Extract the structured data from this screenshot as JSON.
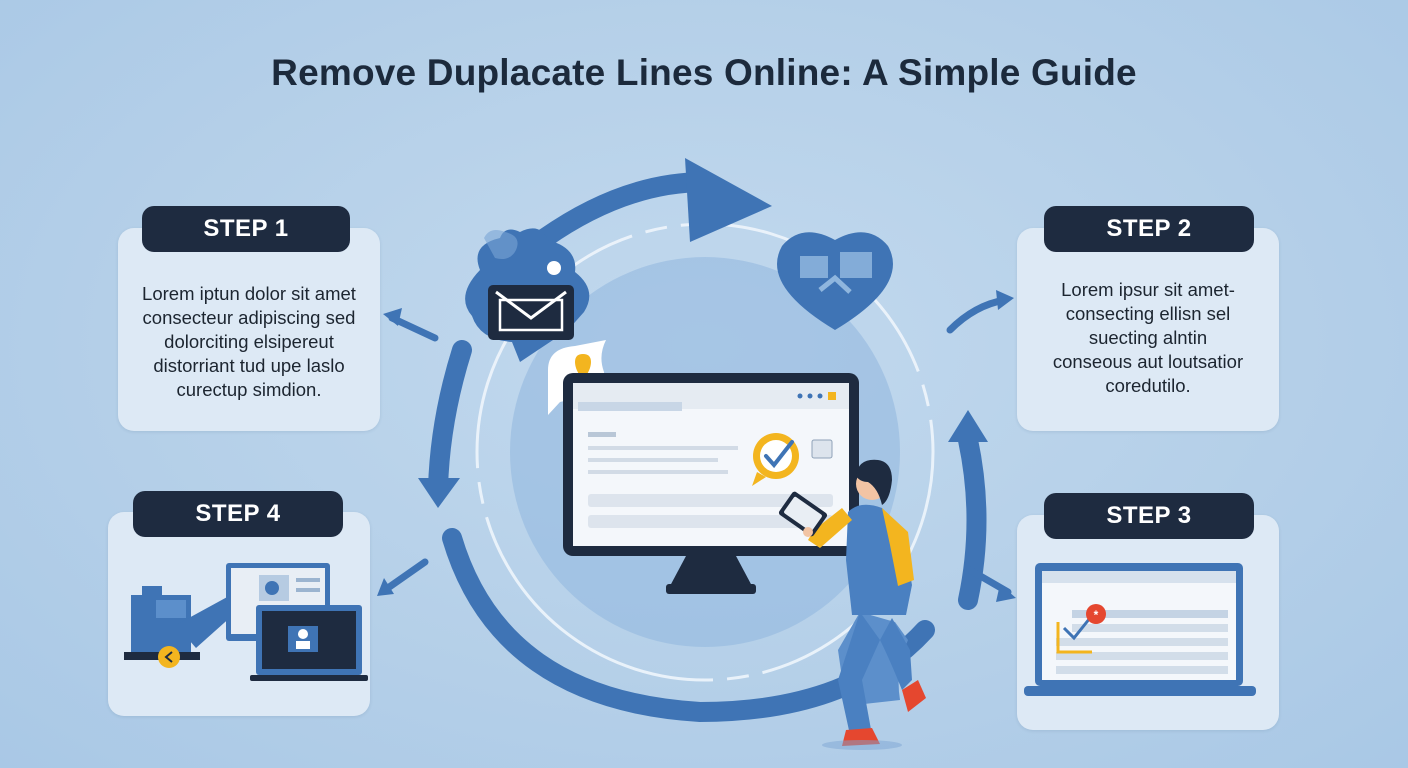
{
  "title": "Remove Duplacate Lines Online: A Simple Guide",
  "steps": [
    {
      "label": "STEP 1",
      "text": "Lorem iptun dolor sit amet\nconsecteur adipiscing sed\ndolorciting elsipereut\ndistorriant  tud upe laslo\ncurectup simdion."
    },
    {
      "label": "STEP 2",
      "text": "Lorem ipsur sit amet-\nconsecting ellisn sel\nsuecting alntin\nconseous aut loutsatior\ncoredutilo."
    },
    {
      "label": "STEP 3"
    },
    {
      "label": "STEP 4"
    }
  ],
  "colors": {
    "accent_blue": "#3f74b5",
    "dark_navy": "#1e2b40",
    "yellow": "#f3b51f",
    "red": "#e5472f",
    "background": "#b4cfe8"
  },
  "icons": [
    "email-icon",
    "location-pin-icon",
    "check-badge-icon",
    "person-with-tablet",
    "heart-chat-icon",
    "monitor-icon",
    "laptop-icon"
  ]
}
